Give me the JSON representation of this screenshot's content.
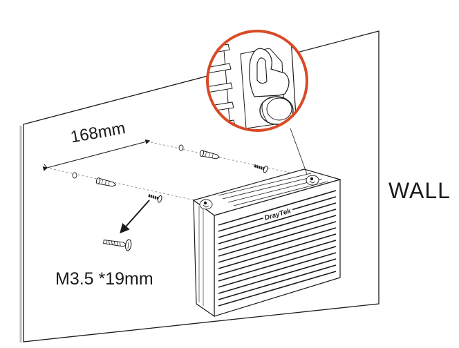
{
  "labels": {
    "wall": "WALL",
    "hole_spacing": "168mm",
    "screw_spec": "M3.5 *19mm"
  },
  "brand_text": "DrayTek",
  "colors": {
    "line": "#1a1a1a",
    "gray_line": "#8a8a8a",
    "magnifier_ring": "#d94a26",
    "wall_fill": "#ffffff",
    "shadow": "#d0d0d0"
  },
  "icons": [
    "screw-icon",
    "wall-anchor-icon",
    "mounting-hole-icon",
    "magnifier-icon",
    "arrow-icon"
  ]
}
